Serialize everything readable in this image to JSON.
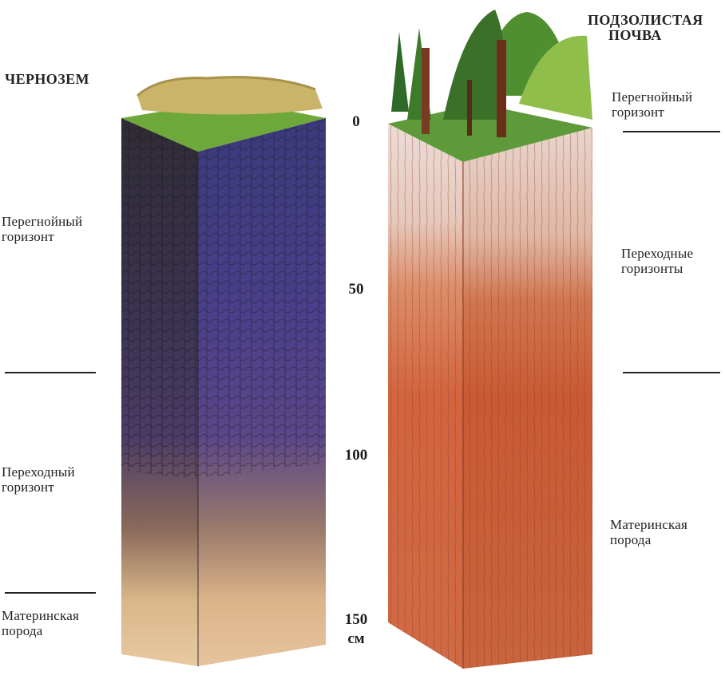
{
  "chernozem": {
    "title": "ЧЕРНОЗЕМ",
    "humus_label": [
      "Перегнойный",
      "горизонт"
    ],
    "transition_label": [
      "Переходный",
      "горизонт"
    ],
    "parent_label": [
      "Материнская",
      "порода"
    ]
  },
  "podzol": {
    "title": [
      "ПОДЗОЛИСТАЯ",
      "ПОЧВА"
    ],
    "humus_label": [
      "Перегнойный",
      "горизонт"
    ],
    "transition_label": [
      "Переходные",
      "горизонты"
    ],
    "parent_label": [
      "Материнская",
      "порода"
    ]
  },
  "depth_scale": {
    "ticks": [
      "0",
      "50",
      "100",
      "150"
    ],
    "unit": "см"
  },
  "colors": {
    "chernozem_top": "#2d2a3a",
    "chernozem_mid": "#4a3a6a",
    "chernozem_bottom": "#e6c59a",
    "podzol_top": "#ead6d2",
    "podzol_body": "#d2603a",
    "grass": "#6fa83a",
    "dry_grass": "#c9b46a",
    "forest": "#3f7a2a"
  }
}
